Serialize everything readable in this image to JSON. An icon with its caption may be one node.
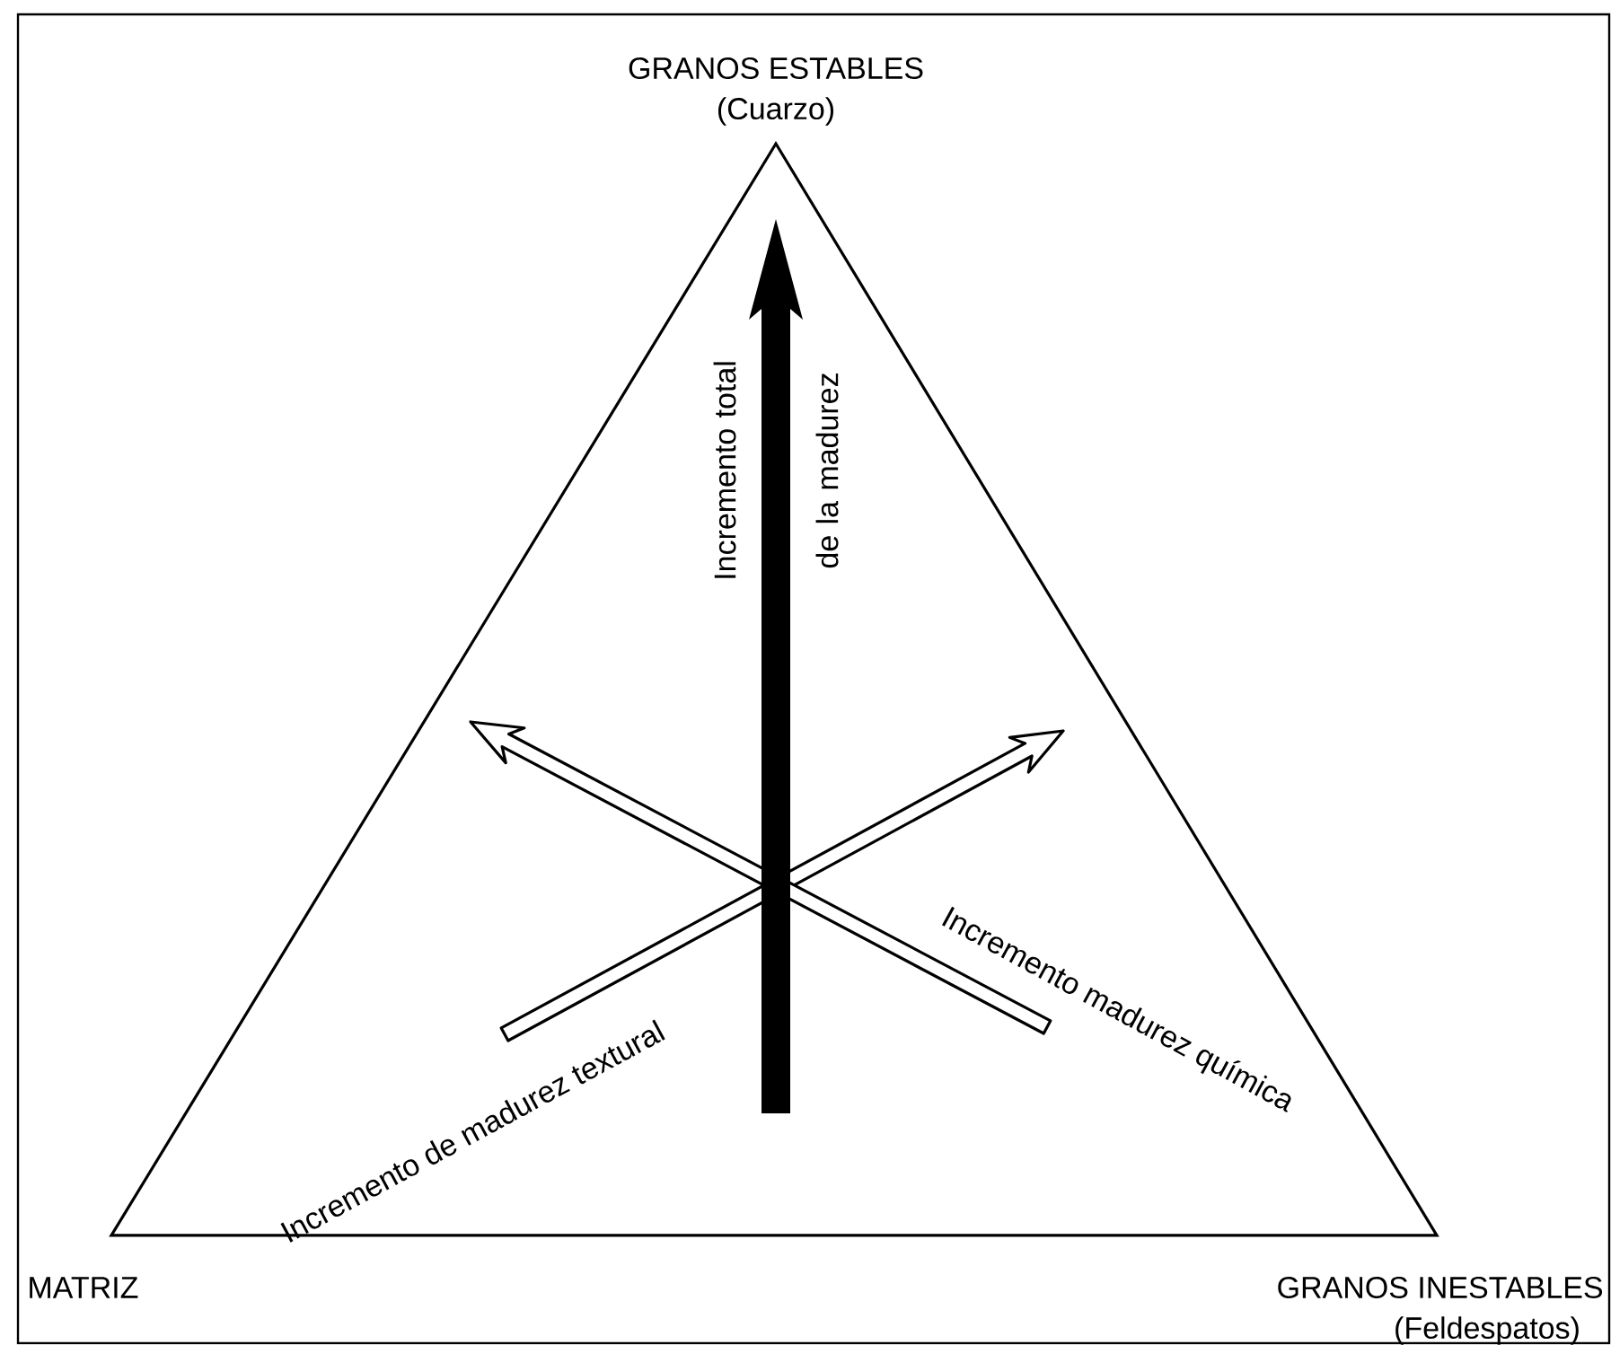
{
  "diagram": {
    "labels": [
      "GRANOS ESTABLES",
      "(Cuarzo)",
      "Incremento total de la madurez",
      "Incremento de madurez textural",
      "Incremento madurez química",
      "MATRIZ",
      "GRANOS INESTABLES",
      "(Feldespatos)"
    ]
  }
}
